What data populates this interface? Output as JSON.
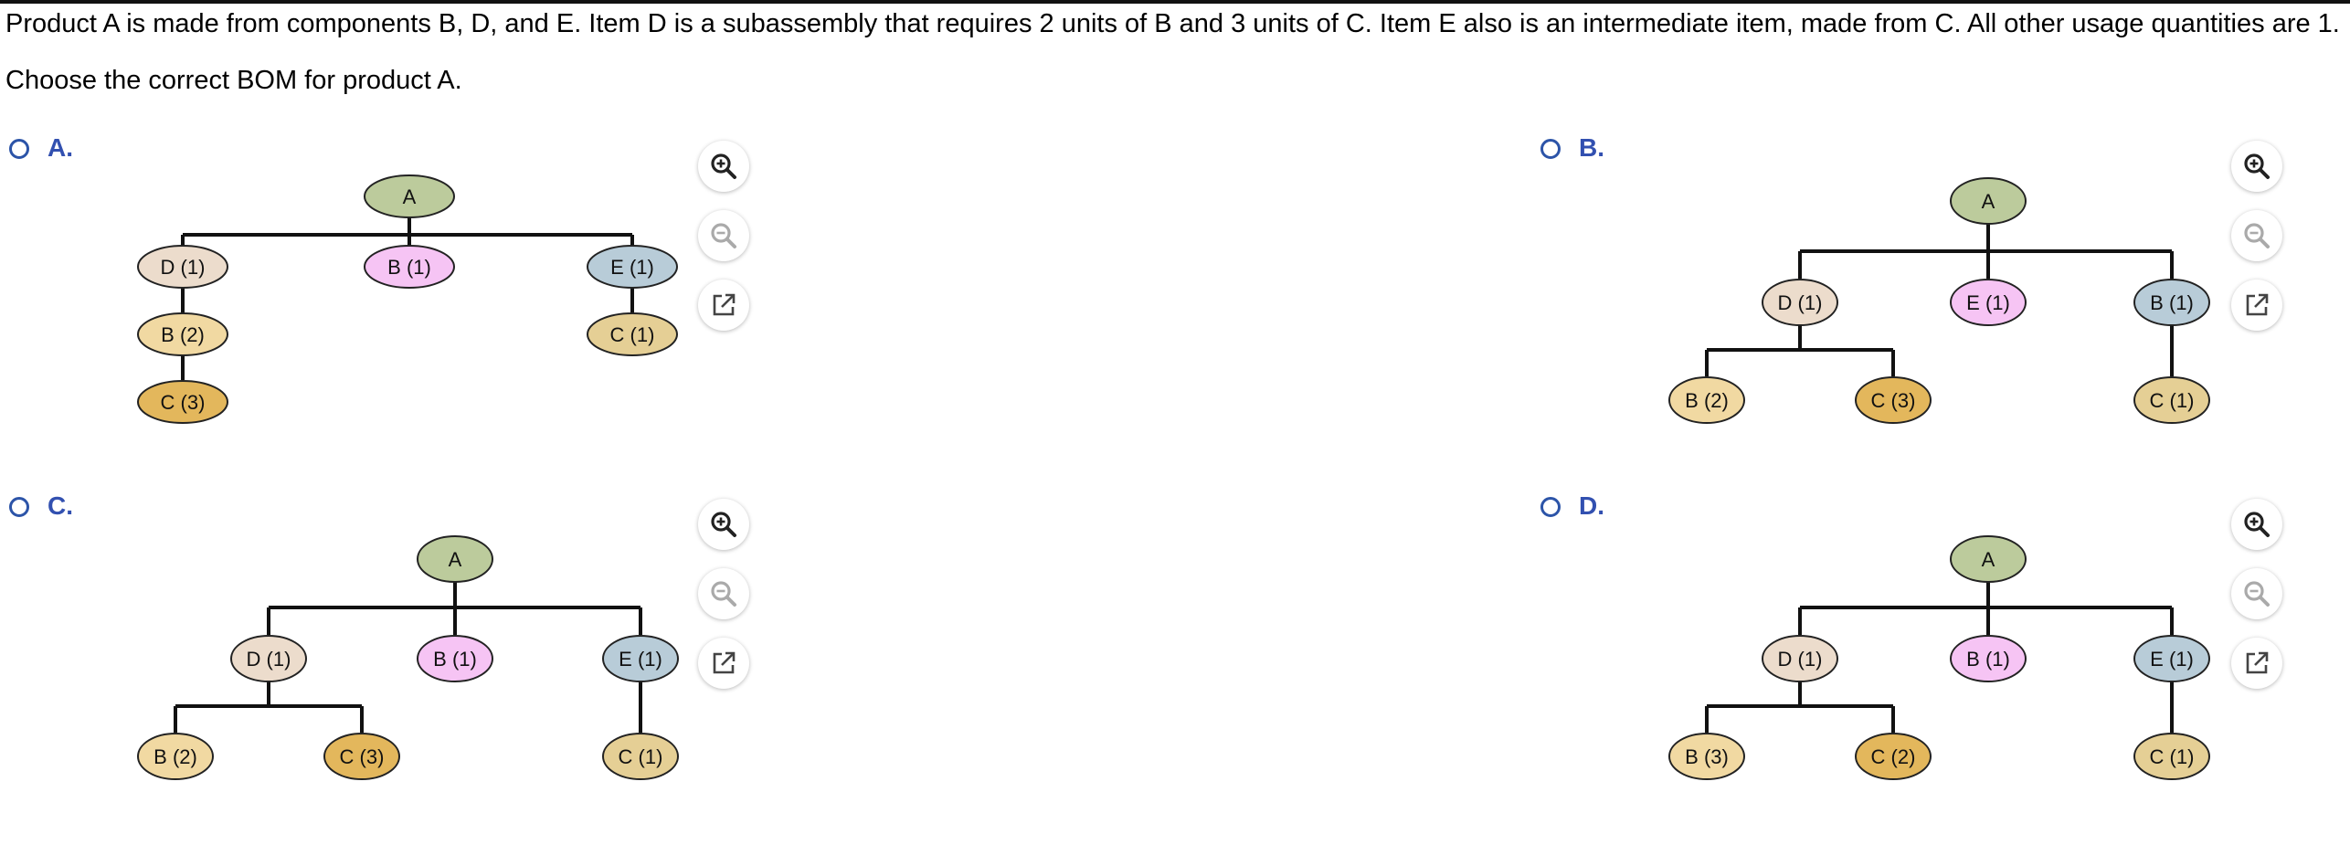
{
  "question": {
    "text": "Product A is made from components B, D, and E. Item D is a subassembly that requires 2 units of B and 3 units of C. Item E also is an intermediate item, made from C. All other usage quantities are 1.",
    "prompt": "Choose the correct BOM for product A."
  },
  "options": [
    {
      "letter": "A.",
      "nodes": {
        "root": "A",
        "n1": "D (1)",
        "n2": "B (1)",
        "n3": "E (1)",
        "n4": "B (2)",
        "n5": "C (3)",
        "n6": "C (1)"
      }
    },
    {
      "letter": "B.",
      "nodes": {
        "root": "A",
        "n1": "D (1)",
        "n2": "E (1)",
        "n3": "B (1)",
        "n4": "B (2)",
        "n5": "C (3)",
        "n6": "C (1)"
      }
    },
    {
      "letter": "C.",
      "nodes": {
        "root": "A",
        "n1": "D (1)",
        "n2": "B (1)",
        "n3": "E (1)",
        "n4": "B (2)",
        "n5": "C (3)",
        "n6": "C (1)"
      }
    },
    {
      "letter": "D.",
      "nodes": {
        "root": "A",
        "n1": "D (1)",
        "n2": "B (1)",
        "n3": "E (1)",
        "n4": "B (3)",
        "n5": "C (2)",
        "n6": "C (1)"
      }
    }
  ],
  "tools": {
    "zoom_in_icon": "zoom-in-icon",
    "zoom_out_icon": "zoom-out-icon",
    "open_external_icon": "external-link-icon"
  },
  "colors": {
    "radio_border": "#2c54a8",
    "option_letter": "#3250b0",
    "node_A": "#bccb9c",
    "node_D": "#ecdccc",
    "node_B_pink": "#f6c4f4",
    "node_E_blue": "#b8ccd8",
    "node_B_light": "#f1d9a2",
    "node_C_dark": "#e3b75c",
    "node_C_tan": "#e5cf95"
  }
}
